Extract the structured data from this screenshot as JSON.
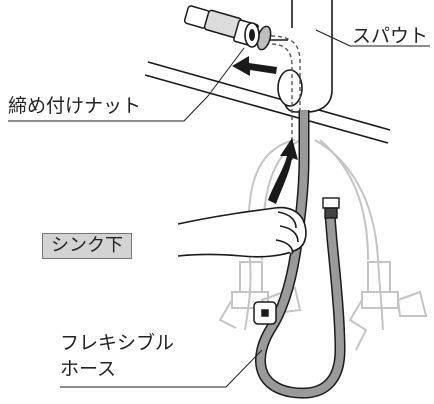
{
  "labels": {
    "spout": "スパウト",
    "nut": "締め付けナット",
    "under_sink": "シンク下",
    "hose_line1": "フレキシブル",
    "hose_line2": "ホース"
  },
  "colors": {
    "line": "#1a1a1a",
    "faint": "#bdbdbd",
    "hose": "#8c8c8c",
    "label_box": "#d3d3d3"
  }
}
